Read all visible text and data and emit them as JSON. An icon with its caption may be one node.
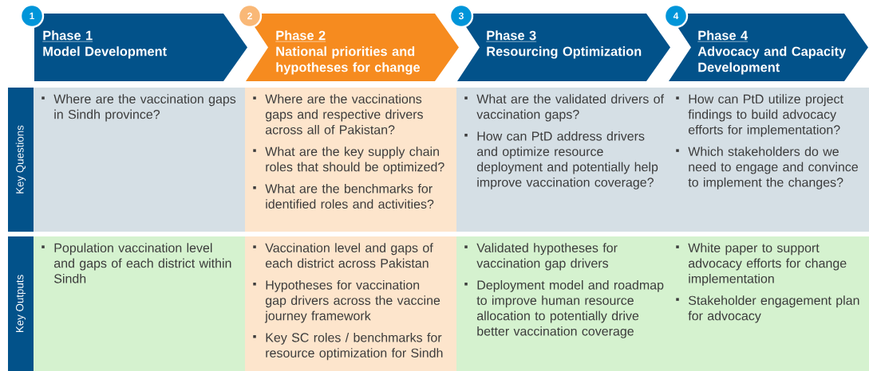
{
  "diagram": {
    "nodes": [
      {
        "text": [
          "1"
        ]
      },
      {
        "text": [
          "Phase 1",
          "Model Development"
        ]
      },
      {
        "text": [
          "2"
        ]
      },
      {
        "text": [
          "Phase 2",
          "National priorities and hypotheses for change"
        ]
      },
      {
        "text": [
          "3"
        ]
      },
      {
        "text": [
          "Phase 3",
          "Resourcing Optimization"
        ]
      },
      {
        "text": [
          "4"
        ]
      },
      {
        "text": [
          "Phase 4",
          "Advocacy and Capacity Development"
        ]
      },
      {
        "text": [
          "Key Questions"
        ]
      },
      {
        "text": [
          "Where are the vaccination gaps in Sindh province?"
        ]
      },
      {
        "text": [
          "Where are the vaccinations gaps and respective drivers across all of Pakistan?",
          "What are the key supply chain roles that should be optimized?",
          "What are the benchmarks for identified roles and activities?"
        ]
      },
      {
        "text": [
          "What are the validated drivers of vaccination gaps?",
          "How can PtD address drivers and optimize resource deployment and potentially help improve vaccination coverage?"
        ]
      },
      {
        "text": [
          "How can PtD utilize project findings to build advocacy efforts for implementation?",
          "Which stakeholders do we need to engage and convince to implement the changes?"
        ]
      },
      {
        "text": [
          "Key Outputs"
        ]
      },
      {
        "text": [
          "Population vaccination level and gaps of each district within Sindh"
        ]
      },
      {
        "text": [
          "Vaccination level and gaps of each district across Pakistan",
          "Hypotheses for vaccination gap drivers across the vaccine journey framework",
          "Key SC roles / benchmarks for resource optimization for Sindh"
        ]
      },
      {
        "text": [
          "Validated hypotheses for vaccination gap drivers",
          "Deployment model and roadmap to improve human resource allocation to potentially drive better vaccination coverage"
        ]
      },
      {
        "text": [
          "White paper to support advocacy efforts for change implementation",
          "Stakeholder engagement plan for advocacy"
        ]
      }
    ]
  }
}
